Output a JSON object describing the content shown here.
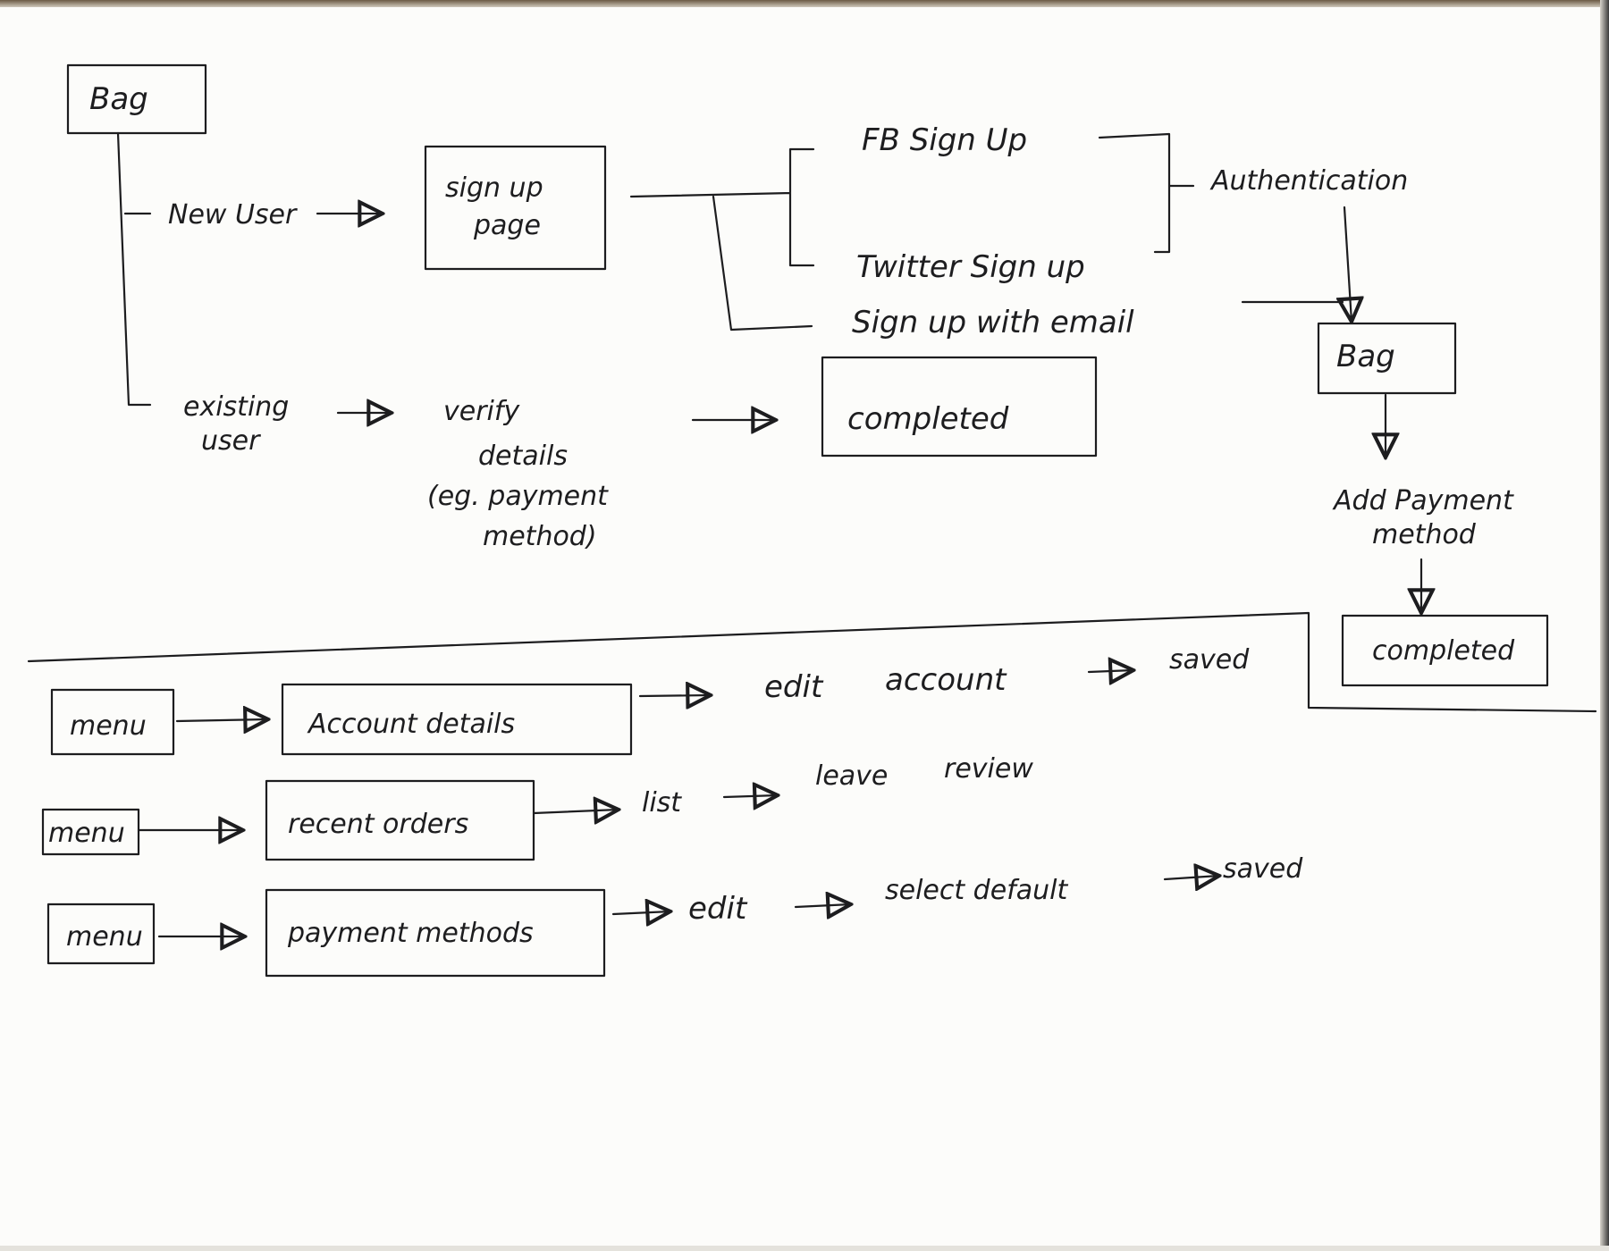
{
  "colors": {
    "ink": "#1d1d1f",
    "paper": "#fcfcfa"
  },
  "signup_flow": {
    "start": "Bag",
    "new_user": "New User",
    "existing_user": [
      "existing",
      "user"
    ],
    "signup_page": [
      "sign up",
      "page"
    ],
    "fb_signup": "FB Sign Up",
    "twitter_signup": "Twitter Sign up",
    "email_signup": "Sign up with email",
    "authentication": "Authentication",
    "bag": "Bag",
    "add_payment": [
      "Add Payment",
      "method"
    ],
    "completed_right": "completed",
    "verify_details": [
      "verify",
      "details",
      "(eg. payment",
      "method)"
    ],
    "completed_mid": "completed"
  },
  "menu_flows": [
    {
      "menu": "menu",
      "page": "Account details",
      "steps": [
        "edit",
        "account",
        "saved"
      ]
    },
    {
      "menu": "menu",
      "page": "recent orders",
      "steps": [
        "list",
        "leave",
        "review"
      ]
    },
    {
      "menu": "menu",
      "page": "payment methods",
      "steps": [
        "edit",
        "select default",
        "saved"
      ]
    }
  ]
}
